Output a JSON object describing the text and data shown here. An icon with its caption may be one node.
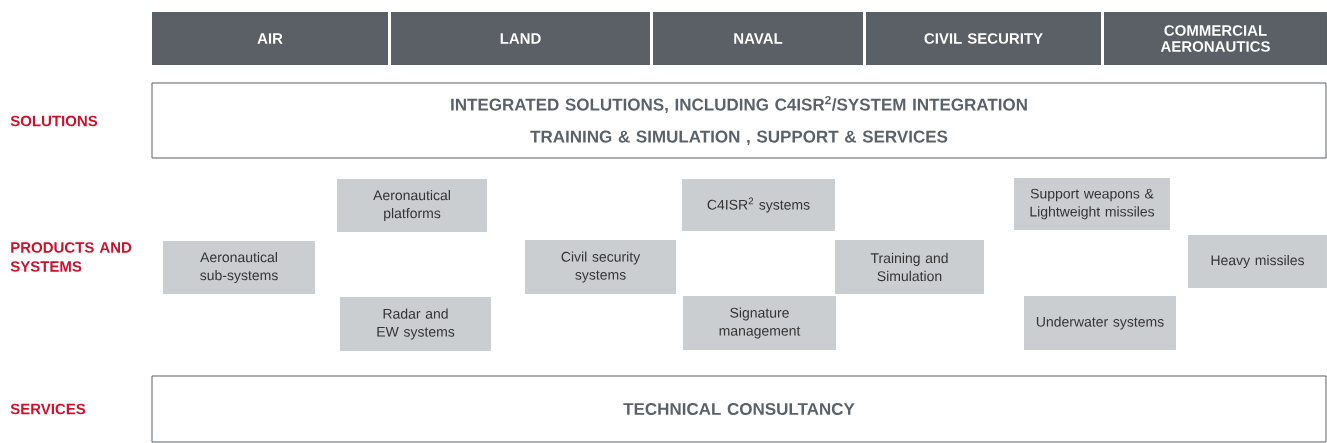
{
  "diagram": {
    "nodes": [
      {
        "text": [
          "AIR"
        ]
      },
      {
        "text": [
          "LAND"
        ]
      },
      {
        "text": [
          "NAVAL"
        ]
      },
      {
        "text": [
          "CIVIL SECURITY"
        ]
      },
      {
        "text": [
          "COMMERCIAL AERONAUTICS"
        ]
      },
      {
        "text": [
          "INTEGRATED SOLUTIONS, INCLUDING C4ISR$^{2}$/SYSTEM INTEGRATION",
          "TRAINING & SIMULATION , SUPPORT & SERVICES"
        ]
      },
      {
        "text": [
          "Aeronautical platforms"
        ]
      },
      {
        "text": [
          "Aeronautical sub-systems"
        ]
      },
      {
        "text": [
          "Radar and EW systems"
        ]
      },
      {
        "text": [
          "Civil security systems"
        ]
      },
      {
        "text": [
          "C4ISR$^{2}$ systems"
        ]
      },
      {
        "text": [
          "Signature management"
        ]
      },
      {
        "text": [
          "Training and Simulation"
        ]
      },
      {
        "text": [
          "Support weapons & Lightweight missiles"
        ]
      },
      {
        "text": [
          "Heavy missiles"
        ]
      },
      {
        "text": [
          "Underwater systems"
        ]
      },
      {
        "text": [
          "TECHNICAL CONSULTANCY"
        ]
      }
    ],
    "labels": [
      "SOLUTIONS",
      "PRODUCTS AND SYSTEMS",
      "SERVICES"
    ]
  }
}
